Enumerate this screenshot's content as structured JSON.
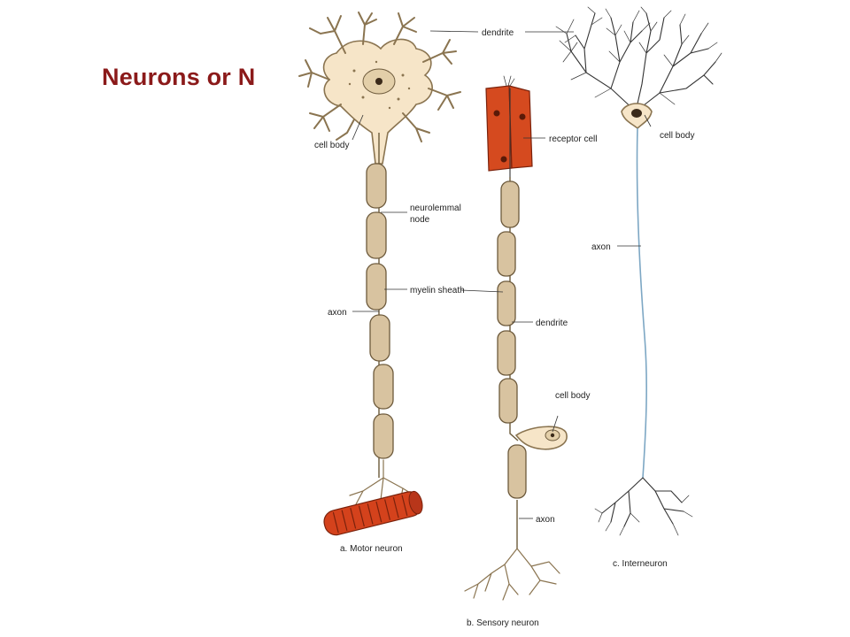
{
  "slide": {
    "title": "Neurons or N"
  },
  "labels": {
    "dendrite_top": "dendrite",
    "cell_body_motor": "cell body",
    "receptor_cell": "receptor cell",
    "cell_body_inter": "cell body",
    "neurolemmal_node_line1": "neurolemmal",
    "neurolemmal_node_line2": "node",
    "axon_inter": "axon",
    "myelin_sheath": "myelin sheath",
    "axon_motor": "axon",
    "dendrite_sensory": "dendrite",
    "cell_body_sensory": "cell body",
    "axon_sensory": "axon"
  },
  "captions": {
    "motor": "a. Motor neuron",
    "sensory": "b. Sensory neuron",
    "inter": "c. Interneuron"
  },
  "colors": {
    "title": "#8b1a1a",
    "soma_fill": "#f6e5c8",
    "sheath_fill": "#d8c3a0",
    "muscle": "#d4421c",
    "interneuron_axon": "#7da7c4"
  }
}
